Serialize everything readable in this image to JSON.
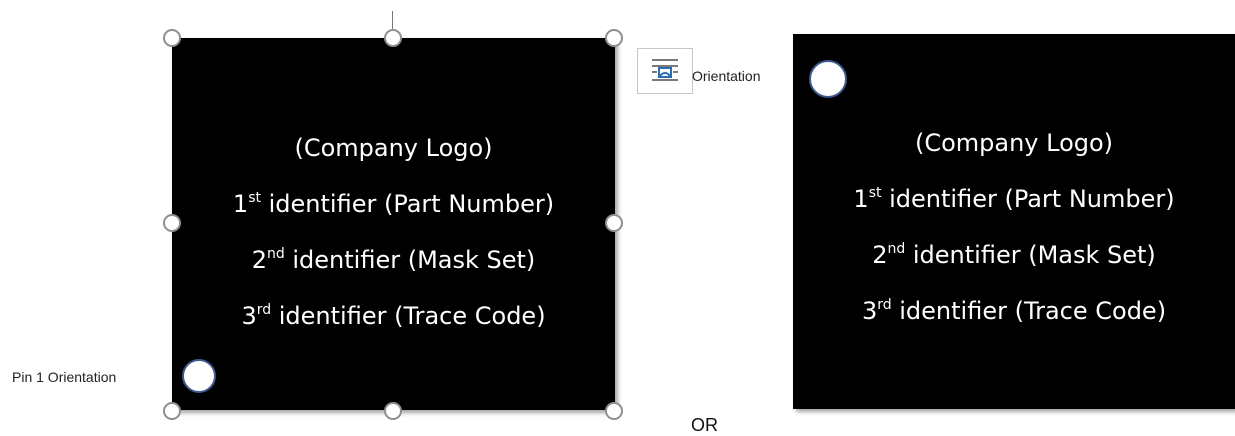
{
  "left_chip": {
    "lines": [
      {
        "text": "(Company Logo)"
      },
      {
        "base": "1",
        "sup": "st",
        "rest": " identifier (Part Number)"
      },
      {
        "base": "2",
        "sup": "nd",
        "rest": " identifier (Mask Set)"
      },
      {
        "base": "3",
        "sup": "rd",
        "rest": " identifier (Trace Code)"
      }
    ],
    "pin_label": "Pin 1 Orientation"
  },
  "right_chip": {
    "lines": [
      {
        "text": "(Company Logo)"
      },
      {
        "base": "1",
        "sup": "st",
        "rest": " identifier (Part Number)"
      },
      {
        "base": "2",
        "sup": "nd",
        "rest": " identifier (Mask Set)"
      },
      {
        "base": "3",
        "sup": "rd",
        "rest": " identifier (Trace Code)"
      }
    ],
    "pin_label": "Orientation"
  },
  "separator": "OR",
  "icons": {
    "layout_options": "layout-options-icon",
    "pin_marker": "circle-marker-icon",
    "resize_handle": "resize-handle-icon"
  },
  "colors": {
    "chip_fill": "#000000",
    "chip_text": "#ffffff",
    "pin_border": "#3d5a8f",
    "handle_border": "#8f8f8f",
    "icon_accent": "#2e6db4"
  }
}
